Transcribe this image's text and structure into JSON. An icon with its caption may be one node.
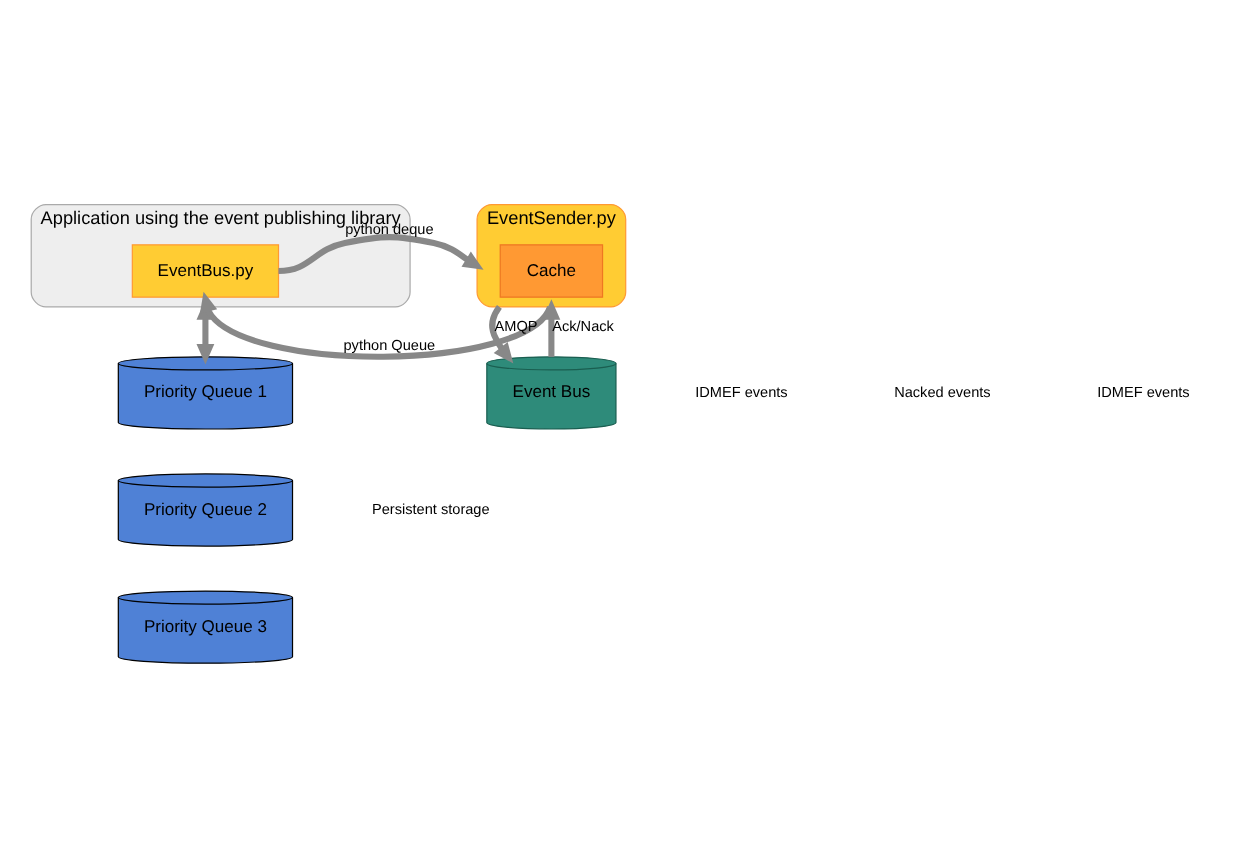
{
  "diagram": {
    "nodes": [
      {
        "text": [
          "Application using the event publishing library"
        ]
      },
      {
        "text": [
          "EventBus.py"
        ],
        "in": 0
      },
      {
        "text": [
          "EventSender.py"
        ]
      },
      {
        "text": [
          "Cache"
        ],
        "in": 2
      },
      {
        "text": [
          "Priority Queue 1"
        ]
      },
      {
        "text": [
          "Priority Queue 2"
        ]
      },
      {
        "text": [
          "Priority Queue 3"
        ]
      },
      {
        "text": [
          "Event Bus"
        ]
      }
    ],
    "edges": [
      {
        "from": 1,
        "to": 2,
        "arrow": "to",
        "label": "python deque"
      },
      {
        "from": 2,
        "to": 1,
        "arrow": "to",
        "label": "python Queue"
      },
      {
        "from": 0,
        "to": 4,
        "arrow": "both"
      },
      {
        "from": 2,
        "to": 7,
        "arrow": "to",
        "label": "AMQP"
      },
      {
        "from": 7,
        "to": 2,
        "arrow": "to",
        "label": "Ack/Nack"
      }
    ],
    "labels": [
      "IDMEF events",
      "Nacked events",
      "IDMEF events",
      "Persistent storage"
    ]
  }
}
